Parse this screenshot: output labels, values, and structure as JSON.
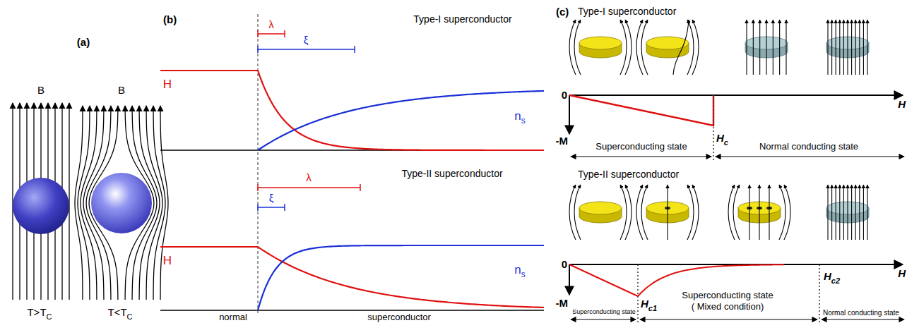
{
  "diagram": {
    "labels": [
      "(a)",
      "B",
      "B",
      "T>T",
      "C",
      "T<T",
      "C",
      "(b)",
      "λ",
      "ξ",
      "Type-I superconductor",
      "H",
      "n",
      "s",
      "λ",
      "ξ",
      "Type-II superconductor",
      "H",
      "n",
      "s",
      "normal",
      "superconductor",
      "(c)",
      "Type-I superconductor",
      "0",
      "-M",
      "H",
      "H",
      "c",
      "Superconducting state",
      "Normal conducting state",
      "Type-II superconductor",
      "0",
      "-M",
      "H",
      "H",
      "c1",
      "Superconducting state",
      "H",
      "c2",
      "Superconducting state",
      "( Mixed condition)",
      "Normal conducting state"
    ]
  }
}
